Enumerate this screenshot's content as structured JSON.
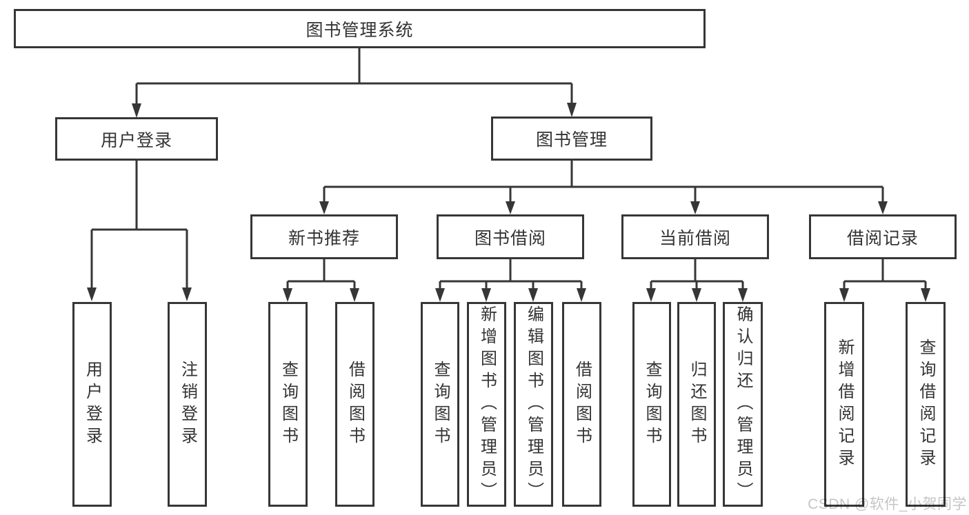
{
  "page": {
    "watermark": "CSDN @软件_小贺同学",
    "colors": {
      "line": "#363636",
      "text": "#333333",
      "watermark": "#c5c5c5",
      "background": "#ffffff"
    }
  },
  "tree": {
    "label": "图书管理系统",
    "children": [
      {
        "label": "用户登录",
        "children": [
          {
            "label": "用户登录"
          },
          {
            "label": "注销登录"
          }
        ]
      },
      {
        "label": "图书管理",
        "children": [
          {
            "label": "新书推荐",
            "children": [
              {
                "label": "查询图书"
              },
              {
                "label": "借阅图书"
              }
            ]
          },
          {
            "label": "图书借阅",
            "children": [
              {
                "label": "查询图书"
              },
              {
                "label": "新增图书（管理员）"
              },
              {
                "label": "编辑图书（管理员）"
              },
              {
                "label": "借阅图书"
              }
            ]
          },
          {
            "label": "当前借阅",
            "children": [
              {
                "label": "查询图书"
              },
              {
                "label": "归还图书"
              },
              {
                "label": "确认归还（管理员）"
              }
            ]
          },
          {
            "label": "借阅记录",
            "children": [
              {
                "label": "新增借阅记录"
              },
              {
                "label": "查询借阅记录"
              }
            ]
          }
        ]
      }
    ]
  }
}
